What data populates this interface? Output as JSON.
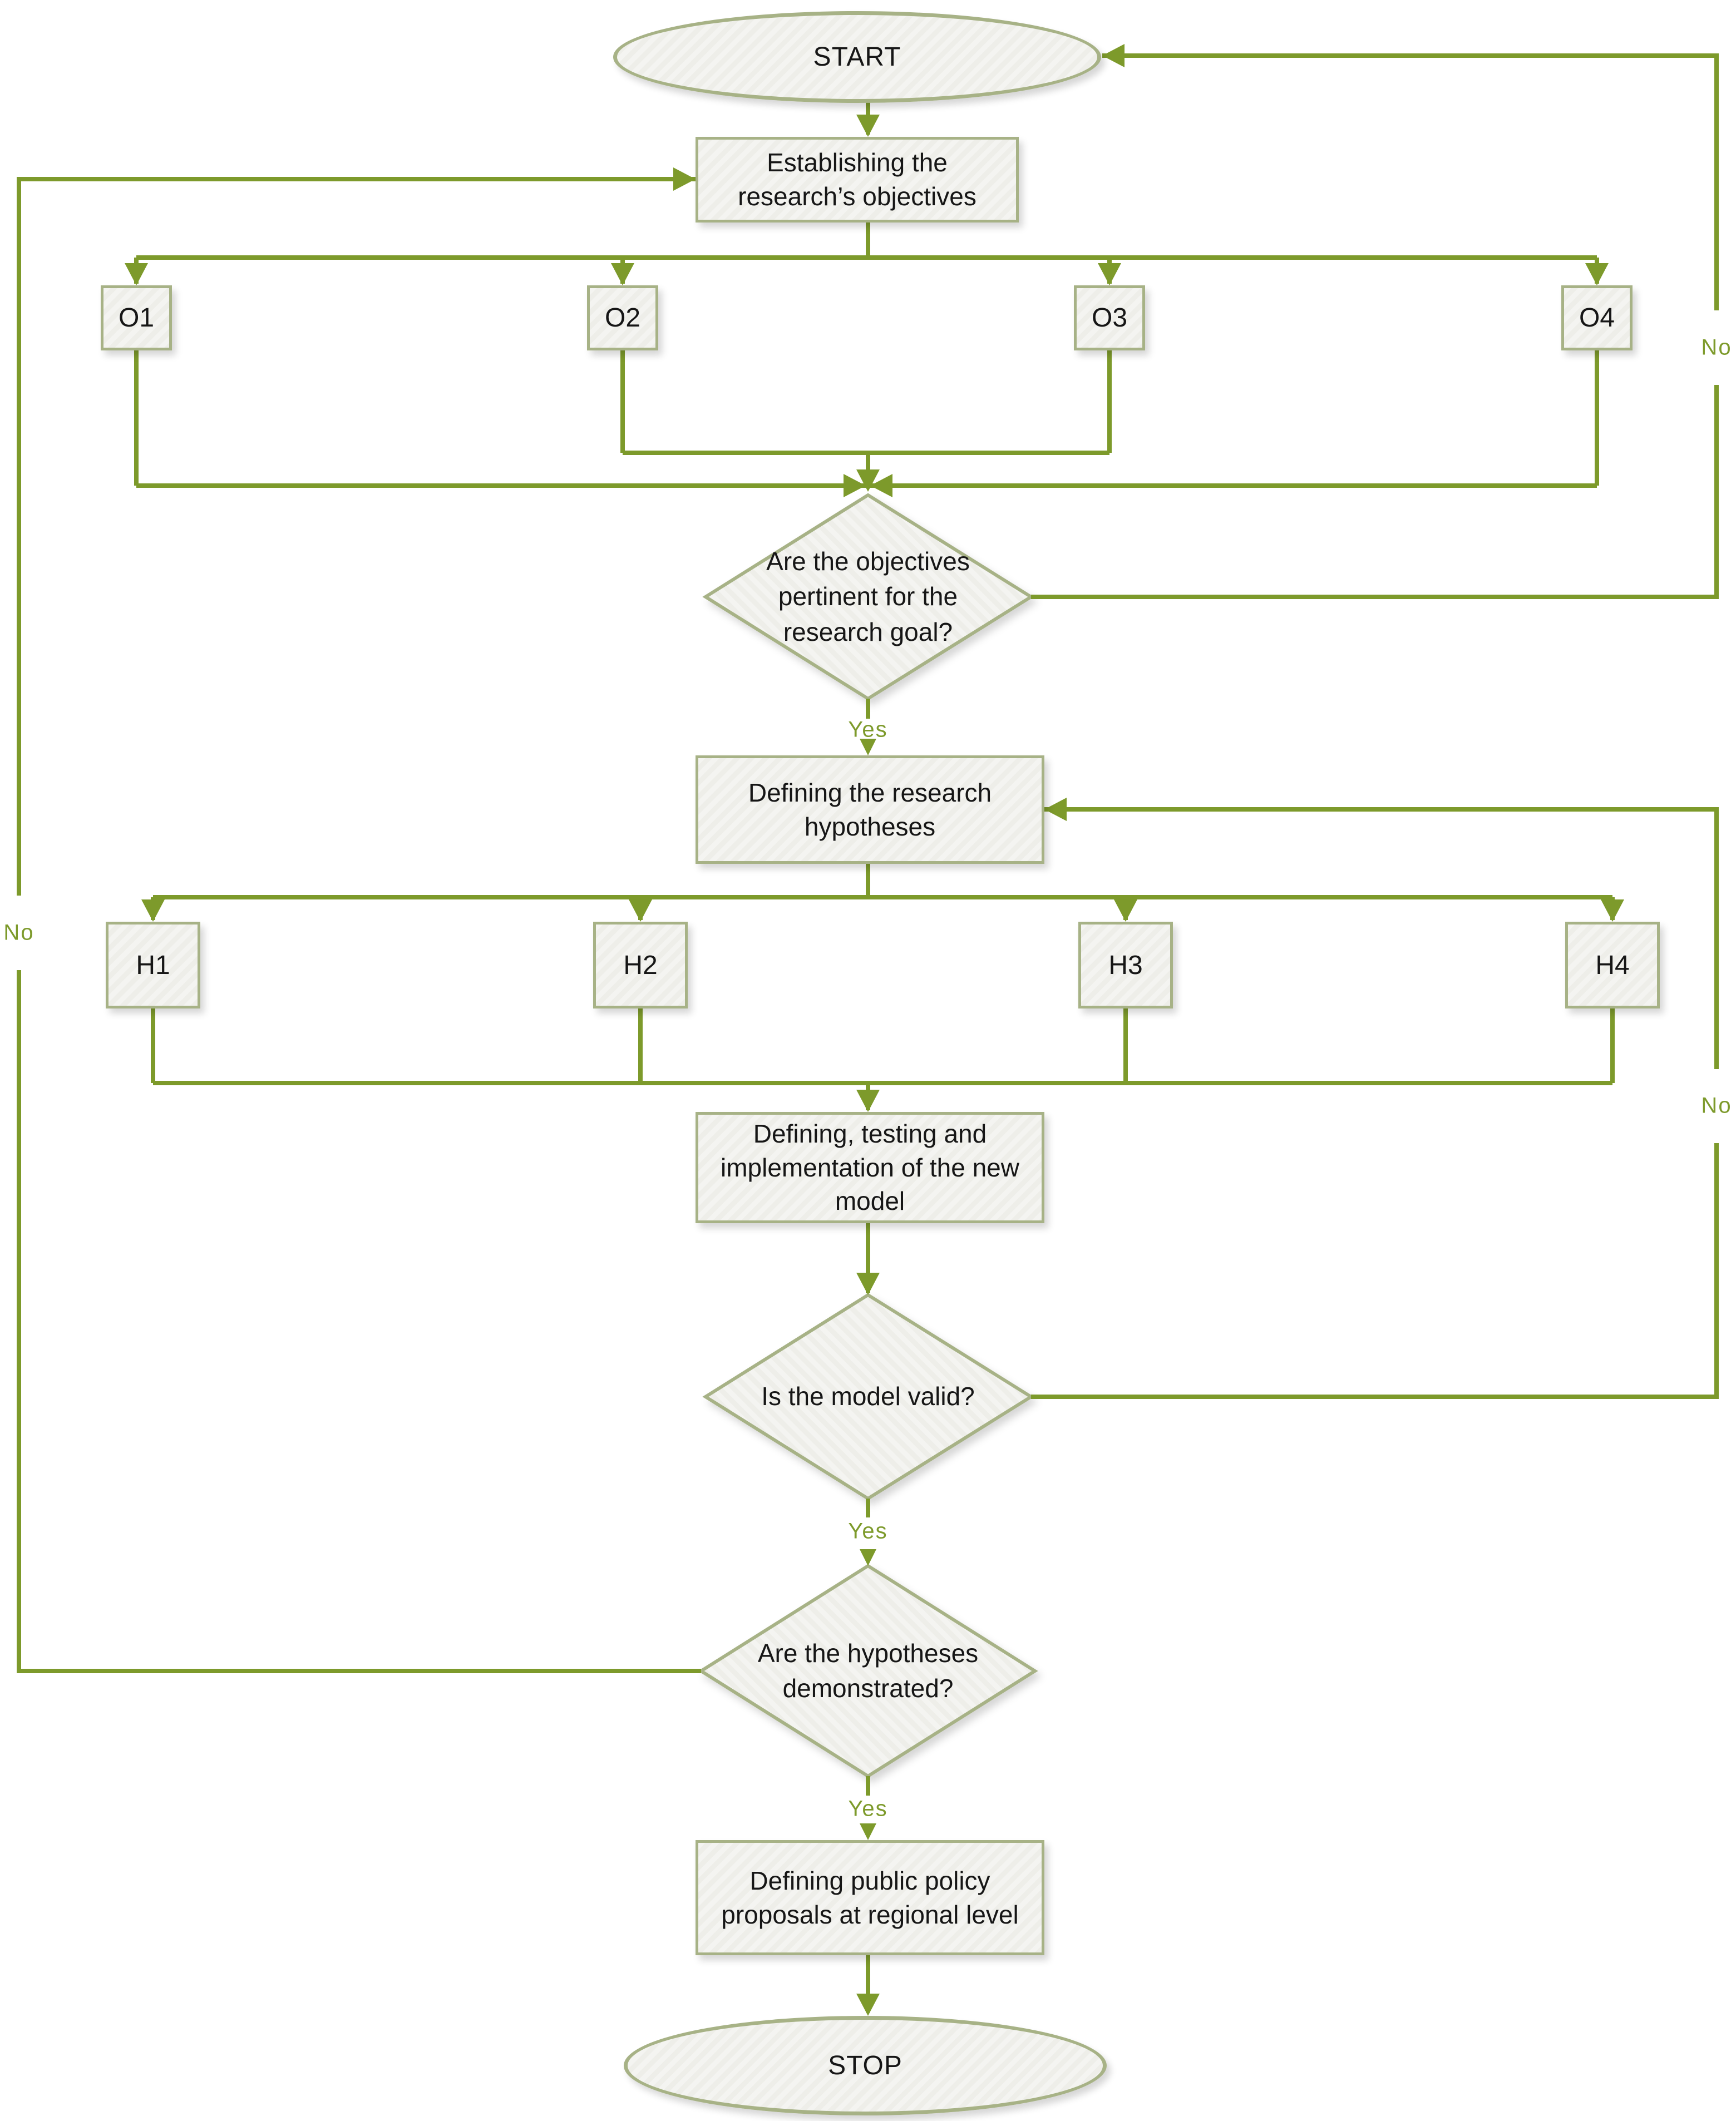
{
  "colors": {
    "line": "#7D9A2B",
    "border": "#A7B286",
    "fill": "#F3F3F0",
    "label": "#7D9A2B"
  },
  "nodes": {
    "start": "START",
    "establish_objectives": "Establishing the research’s objectives",
    "o1": "O1",
    "o2": "O2",
    "o3": "O3",
    "o4": "O4",
    "q_objectives_pertinent": "Are the objectives pertinent for the research goal?",
    "define_hypotheses": "Defining the research hypotheses",
    "h1": "H1",
    "h2": "H2",
    "h3": "H3",
    "h4": "H4",
    "define_test_model": "Defining, testing and implementation of the new model",
    "q_model_valid": "Is the model valid?",
    "q_hypotheses_demonstrated": "Are the hypotheses demonstrated?",
    "define_public_policy": "Defining public policy proposals at regional level",
    "stop": "STOP"
  },
  "edge_labels": {
    "objectives_yes": "Yes",
    "objectives_no": "No",
    "model_yes": "Yes",
    "model_no": "No",
    "hypotheses_yes": "Yes",
    "hypotheses_no": "No"
  }
}
